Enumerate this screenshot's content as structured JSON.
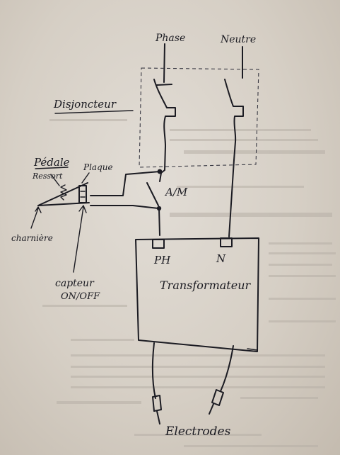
{
  "labels": {
    "phase": "Phase",
    "neutre": "Neutre",
    "disjoncteur": "Disjoncteur",
    "pedale": "Pédale",
    "ressort": "Ressort",
    "plaque": "Plaque",
    "am": "A/M",
    "charniere": "charnière",
    "capteur_line1": "capteur",
    "capteur_line2": "ON/OFF",
    "ph": "PH",
    "n": "N",
    "transformateur": "Transformateur",
    "electrodes": "Electrodes"
  },
  "colors": {
    "ink": "#1b1b22",
    "paper": "#dcd6ce"
  }
}
